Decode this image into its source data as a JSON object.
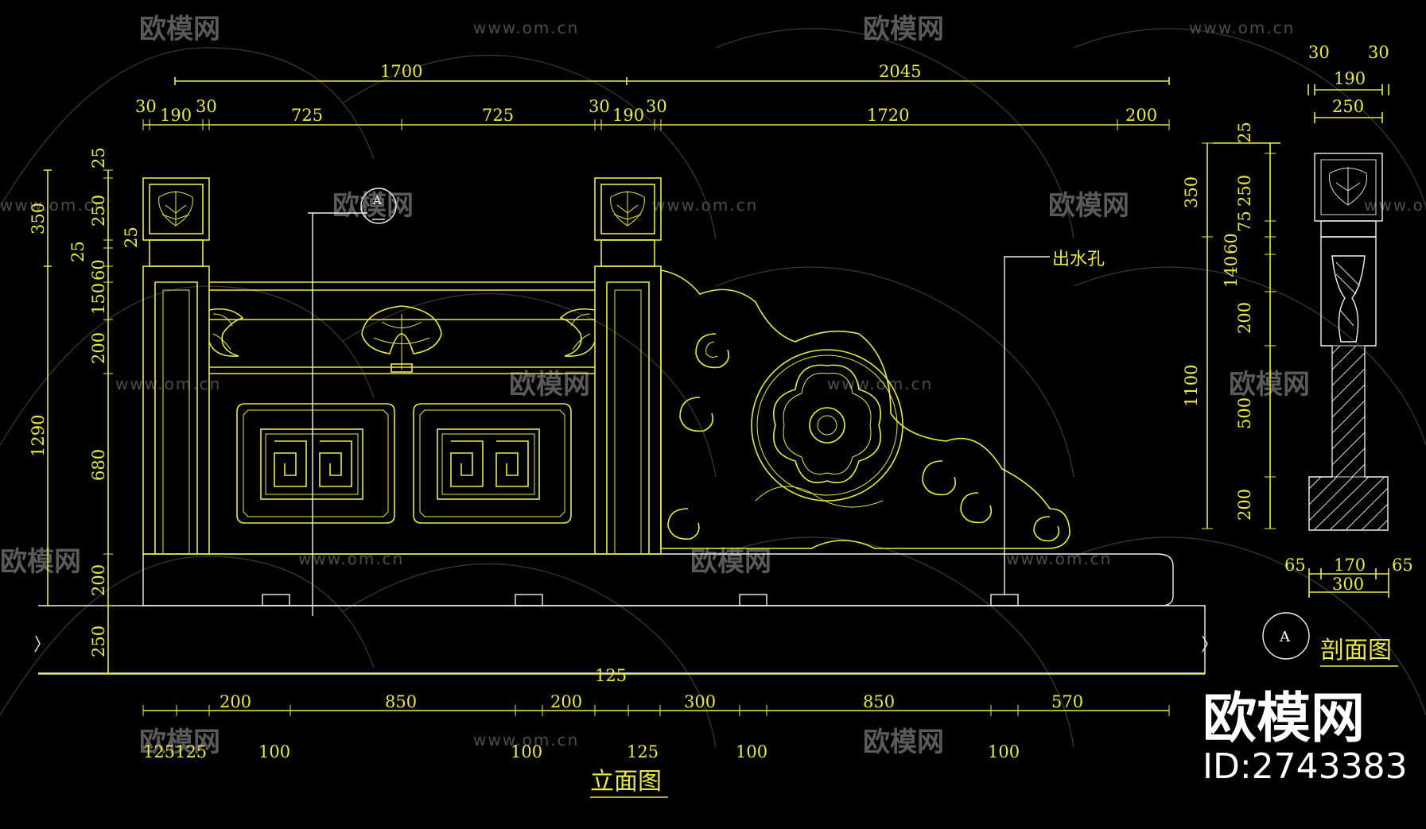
{
  "watermarks": {
    "brand_text": "欧模网",
    "url_text": "www.om.cn"
  },
  "elevation": {
    "title": "立面图",
    "note_drain": "出水孔",
    "section_marker": "A",
    "top_dims_row1": [
      "1700",
      "2045"
    ],
    "top_dims_row2": [
      "30",
      "190",
      "30",
      "725",
      "725",
      "30",
      "190",
      "30",
      "1720",
      "200"
    ],
    "left_dims_outer": [
      "350",
      "1290"
    ],
    "left_dims_inner": [
      "25",
      "250",
      "25",
      "25",
      "60",
      "150",
      "200",
      "680",
      "200",
      "250"
    ],
    "base_dim": "125",
    "bottom_dims_row1": [
      "200",
      "850",
      "200",
      "300",
      "850",
      "570"
    ],
    "bottom_dims_row2": [
      "125125",
      "100",
      "100",
      "125",
      "100",
      "100"
    ]
  },
  "section": {
    "title": "剖面图",
    "marker": "A",
    "top_dims": [
      "30",
      "30",
      "190",
      "250"
    ],
    "right_dims": [
      "25",
      "250",
      "350",
      "75",
      "60",
      "140",
      "200",
      "1100",
      "500",
      "200"
    ],
    "bottom_dims": [
      "65",
      "170",
      "65",
      "300"
    ]
  },
  "brand": {
    "name": "欧模网",
    "id_label": "ID:2743383"
  }
}
